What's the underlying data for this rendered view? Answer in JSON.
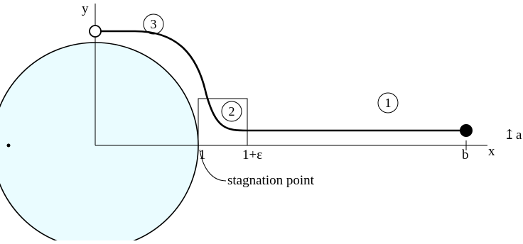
{
  "diagram": {
    "axes": {
      "x_label": "x",
      "y_label": "y"
    },
    "tick_labels": {
      "one": "1",
      "one_plus_eps": "1+ε",
      "b": "b"
    },
    "height_label": "a",
    "height_arrow_glyph": "↥",
    "annotation": "stagnation point",
    "regions": [
      "1",
      "2",
      "3"
    ],
    "colors": {
      "cylinder_fill": "#eafcff",
      "stroke": "#000000",
      "start_marker_fill": "#ffffff",
      "end_marker_fill": "#000000"
    }
  }
}
